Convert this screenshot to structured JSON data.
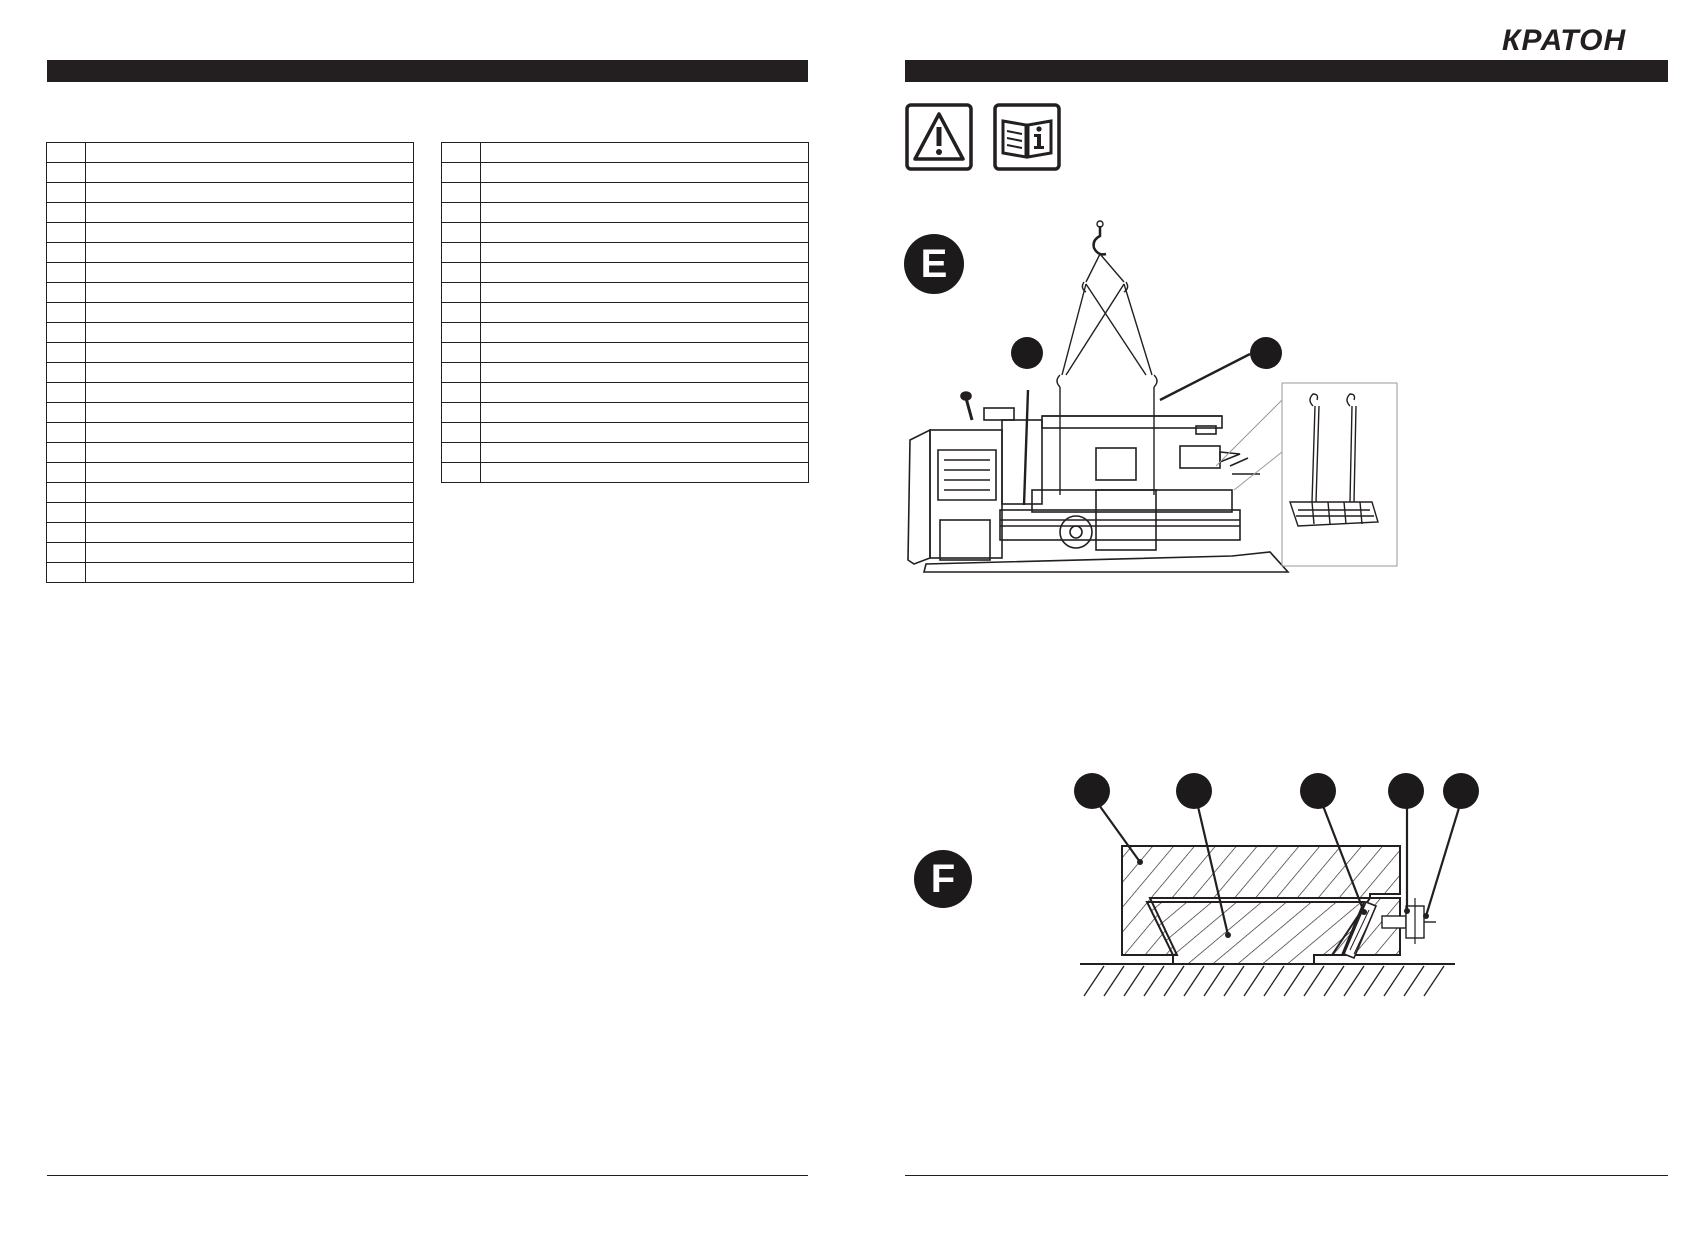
{
  "brand": {
    "logo_text": "КРАТОН"
  },
  "left_table": {
    "rows": 22
  },
  "right_table": {
    "rows": 17
  },
  "icons": [
    "warning-triangle-icon",
    "manual-info-icon"
  ],
  "figure_e": {
    "label": "E"
  },
  "figure_f": {
    "label": "F"
  }
}
